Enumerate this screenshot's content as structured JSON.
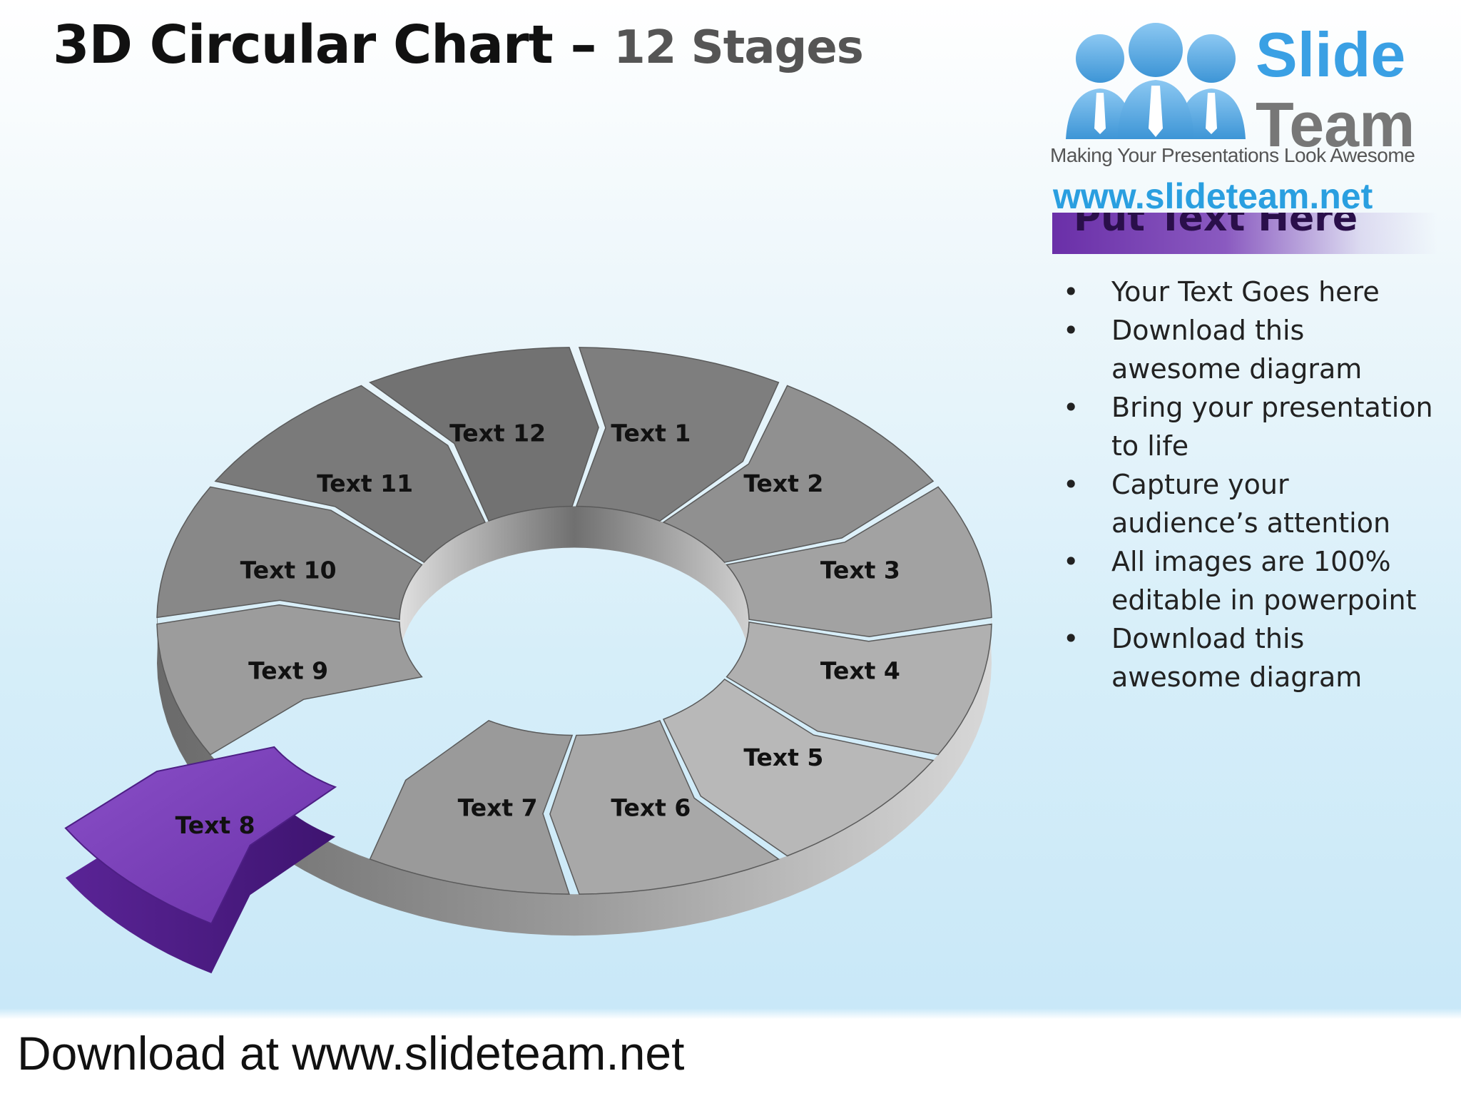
{
  "title": {
    "main": "3D Circular Chart –",
    "sub": "12 Stages"
  },
  "logo": {
    "word1": "Slide",
    "word2": "Team",
    "tagline": "Making Your Presentations Look Awesome",
    "url": "www.slideteam.net"
  },
  "panel": {
    "heading": "Put Text Here",
    "bullets": [
      "Your Text Goes here",
      "Download this awesome diagram",
      "Bring your presentation to life",
      "Capture your audience’s attention",
      "All images are 100% editable in powerpoint",
      "Download this awesome diagram"
    ]
  },
  "diagram": {
    "stages": [
      "Text 1",
      "Text 2",
      "Text 3",
      "Text 4",
      "Text 5",
      "Text 6",
      "Text 7",
      "Text 8",
      "Text 9",
      "Text 10",
      "Text 11",
      "Text 12"
    ],
    "highlighted_stage": "Text 8",
    "colors": {
      "segment": "#9a9a9a",
      "segment_dark": "#6e6e6e",
      "highlight": "#7a3fb5",
      "highlight_dark": "#4d1f85"
    }
  },
  "footer": {
    "text": "Download at www.slideteam.net"
  }
}
